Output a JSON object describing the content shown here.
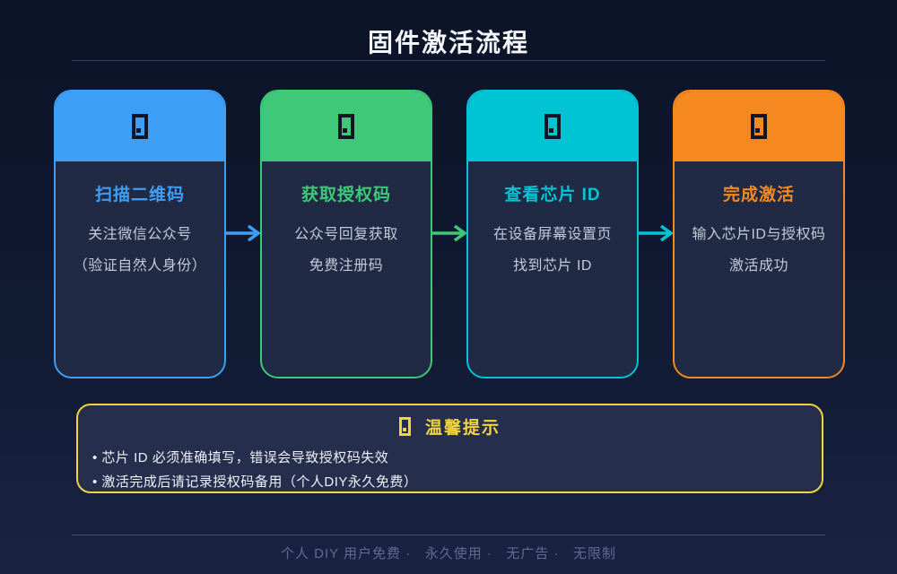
{
  "page": {
    "title": "固件激活流程"
  },
  "steps": [
    {
      "title": "扫描二维码",
      "lines": [
        "关注微信公众号",
        "（验证自然人身份）"
      ],
      "accent_color": "#3d9ff5",
      "icon": "missing-glyph-box"
    },
    {
      "title": "获取授权码",
      "lines": [
        "公众号回复获取",
        "免费注册码"
      ],
      "accent_color": "#3ec878",
      "icon": "missing-glyph-box"
    },
    {
      "title": "查看芯片 ID",
      "lines": [
        "在设备屏幕设置页",
        "找到芯片 ID"
      ],
      "accent_color": "#00c4d4",
      "icon": "missing-glyph-box"
    },
    {
      "title": "完成激活",
      "lines": [
        "输入芯片ID与授权码",
        "激活成功"
      ],
      "accent_color": "#f5881f",
      "icon": "missing-glyph-box"
    }
  ],
  "arrows": {
    "count": 3,
    "colors": [
      "#3d9ff5",
      "#3ec878",
      "#00c4d4"
    ]
  },
  "tips": {
    "heading": "温馨提示",
    "icon": "missing-glyph-box",
    "border_color": "#f2d43c",
    "items": [
      "芯片 ID 必须准确填写，错误会导致授权码失效",
      "激活完成后请记录授权码备用（个人DIY永久免费）"
    ]
  },
  "footer": {
    "text": "个人 DIY 用户免费 ·   永久使用 ·   无广告 ·   无限制"
  },
  "colors": {
    "background_top": "#0c1327",
    "background_bottom": "#1a2342",
    "card_body": "#202a45",
    "body_text": "#c3c9d8",
    "title_text": "#f4f6fa",
    "divider": "#2c3f68",
    "footer_divider": "#3c5184",
    "footer_text": "#5e6c8e"
  }
}
